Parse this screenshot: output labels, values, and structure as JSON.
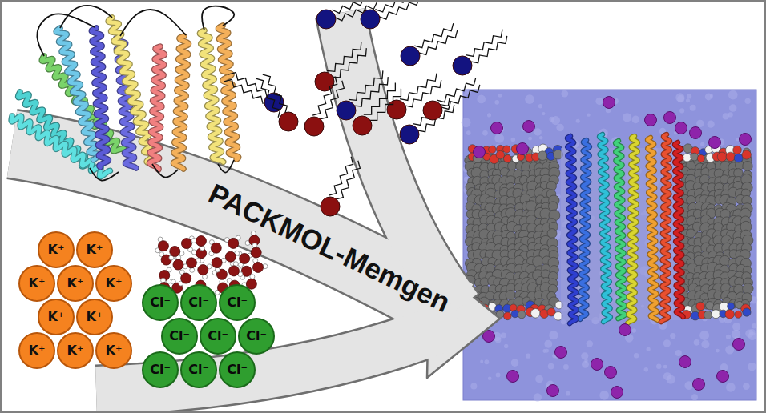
{
  "diagram": {
    "nodes": [
      {
        "text": [
          "K⁺"
        ]
      },
      {
        "text": [
          "K⁺"
        ]
      },
      {
        "text": [
          "K⁺"
        ]
      },
      {
        "text": [
          "K⁺"
        ]
      },
      {
        "text": [
          "K⁺"
        ]
      },
      {
        "text": [
          "K⁺"
        ]
      },
      {
        "text": [
          "K⁺"
        ]
      },
      {
        "text": [
          "K⁺"
        ]
      },
      {
        "text": [
          "K⁺"
        ]
      },
      {
        "text": [
          "K⁺"
        ]
      },
      {
        "text": [
          "Cl⁻"
        ]
      },
      {
        "text": [
          "Cl⁻"
        ]
      },
      {
        "text": [
          "Cl⁻"
        ]
      },
      {
        "text": [
          "Cl⁻"
        ]
      },
      {
        "text": [
          "Cl⁻"
        ]
      },
      {
        "text": [
          "Cl⁻"
        ]
      },
      {
        "text": [
          "Cl⁻"
        ]
      },
      {
        "text": [
          "Cl⁻"
        ]
      },
      {
        "text": [
          "Cl⁻"
        ]
      }
    ],
    "labels": [
      "PACKMOL-Memgen"
    ]
  }
}
